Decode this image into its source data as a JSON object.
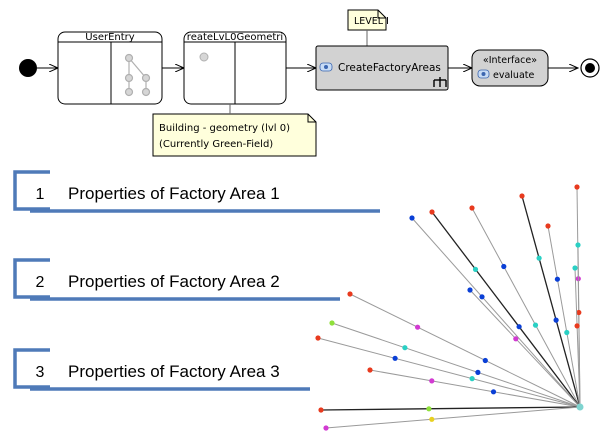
{
  "activity": {
    "user_entry_label": "UserEntry",
    "create_geometry_label": "reateLvL0Geometri",
    "level_note": "LEVEL I",
    "create_factory_label": "CreateFactoryAreas",
    "interface_stereotype": "«Interface»",
    "evaluate_label": "evaluate",
    "building_note_line1": "Building - geometry (lvl 0)",
    "building_note_line2": "(Currently Green-Field)"
  },
  "properties": [
    {
      "number": "1",
      "label": "Properties of Factory Area 1"
    },
    {
      "number": "2",
      "label": "Properties of Factory Area 2"
    },
    {
      "number": "3",
      "label": "Properties of Factory Area 3"
    }
  ],
  "colors": {
    "accent_blue": "#4f7ab8",
    "action_gray": "#d2d2d2",
    "note_yellow": "#ffffdc",
    "hub": "#7fd4d0",
    "node_colors": [
      "#e83a1e",
      "#0a3fd6",
      "#2ad0c4",
      "#d23ad2",
      "#8fe03a",
      "#e8d020"
    ]
  }
}
